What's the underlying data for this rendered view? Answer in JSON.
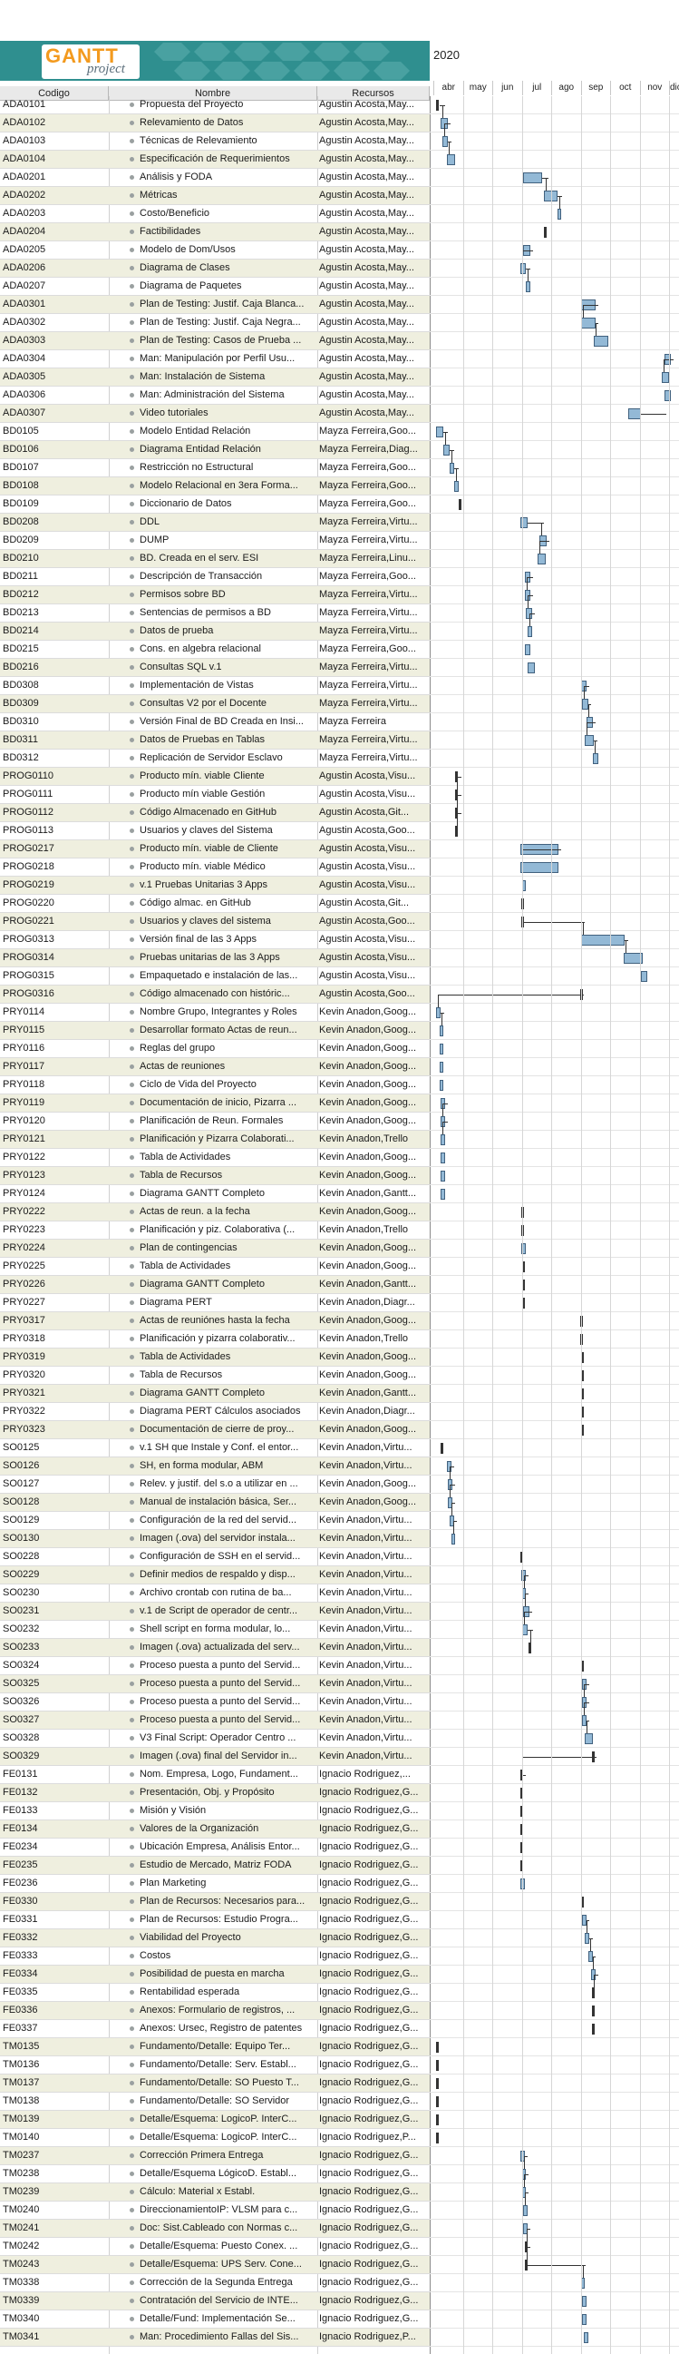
{
  "app": {
    "logo_word": "GANTT",
    "logo_sub": "project"
  },
  "timeline": {
    "year": "2020",
    "months": [
      "abr",
      "may",
      "jun",
      "jul",
      "ago",
      "sep",
      "oct",
      "nov",
      "dic"
    ]
  },
  "columns": {
    "code": "Codigo",
    "name": "Nombre",
    "resources": "Recursos"
  },
  "colors": {
    "bar_fill": "#93b9d6",
    "bar_border": "#41617e",
    "alt_row": "#efefdf",
    "header_bg": "#e9e9e9",
    "logo_bg": "#2f8f8f",
    "logo_text": "#f39a1e"
  },
  "tasks": [
    {
      "code": "ADA0101",
      "name": "Propuesta del Proyecto",
      "res": "Agustin Acosta,May...",
      "s": 0.1,
      "e": 0.2
    },
    {
      "code": "ADA0102",
      "name": "Relevamiento de Datos",
      "res": "Agustin Acosta,May...",
      "s": 0.25,
      "e": 0.5
    },
    {
      "code": "ADA0103",
      "name": "Técnicas de Relevamiento",
      "res": "Agustin Acosta,May...",
      "s": 0.3,
      "e": 0.5
    },
    {
      "code": "ADA0104",
      "name": "Especificación de Requerimientos",
      "res": "Agustin Acosta,May...",
      "s": 0.45,
      "e": 0.75
    },
    {
      "code": "ADA0201",
      "name": "Análisis y FODA",
      "res": "Agustin Acosta,May...",
      "s": 3.05,
      "e": 3.7
    },
    {
      "code": "ADA0202",
      "name": "Métricas",
      "res": "Agustin Acosta,May...",
      "s": 3.75,
      "e": 4.2
    },
    {
      "code": "ADA0203",
      "name": "Costo/Beneficio",
      "res": "Agustin Acosta,May...",
      "s": 4.2,
      "e": 4.35
    },
    {
      "code": "ADA0204",
      "name": "Factibilidades",
      "res": "Agustin Acosta,May...",
      "s": 3.75,
      "e": 3.85
    },
    {
      "code": "ADA0205",
      "name": "Modelo de Dom/Usos",
      "res": "Agustin Acosta,May...",
      "s": 3.05,
      "e": 3.3
    },
    {
      "code": "ADA0206",
      "name": "Diagrama de Clases",
      "res": "Agustin Acosta,May...",
      "s": 2.95,
      "e": 3.15
    },
    {
      "code": "ADA0207",
      "name": "Diagrama de Paquetes",
      "res": "Agustin Acosta,May...",
      "s": 3.15,
      "e": 3.3
    },
    {
      "code": "ADA0301",
      "name": "Plan de Testing: Justif. Caja Blanca...",
      "res": "Agustin Acosta,May...",
      "s": 5.0,
      "e": 5.5
    },
    {
      "code": "ADA0302",
      "name": "Plan de Testing: Justif. Caja Negra...",
      "res": "Agustin Acosta,May...",
      "s": 5.0,
      "e": 5.5
    },
    {
      "code": "ADA0303",
      "name": "Plan de Testing: Casos de Prueba ...",
      "res": "Agustin Acosta,May...",
      "s": 5.45,
      "e": 5.95
    },
    {
      "code": "ADA0304",
      "name": "Man: Manipulación por Perfil Usu...",
      "res": "Agustin Acosta,May...",
      "s": 7.85,
      "e": 8.05
    },
    {
      "code": "ADA0305",
      "name": "Man: Instalación de Sistema",
      "res": "Agustin Acosta,May...",
      "s": 7.75,
      "e": 8.0
    },
    {
      "code": "ADA0306",
      "name": "Man: Administración del Sistema",
      "res": "Agustin Acosta,May...",
      "s": 7.85,
      "e": 8.05
    },
    {
      "code": "ADA0307",
      "name": "Video tutoriales",
      "res": "Agustin Acosta,May...",
      "s": 6.6,
      "e": 7.05
    },
    {
      "code": "BD0105",
      "name": "Modelo Entidad Relación",
      "res": "Mayza Ferreira,Goo...",
      "s": 0.1,
      "e": 0.35
    },
    {
      "code": "BD0106",
      "name": "Diagrama Entidad Relación",
      "res": "Mayza Ferreira,Diag...",
      "s": 0.35,
      "e": 0.55
    },
    {
      "code": "BD0107",
      "name": "Restricción no Estructural",
      "res": "Mayza Ferreira,Goo...",
      "s": 0.55,
      "e": 0.7
    },
    {
      "code": "BD0108",
      "name": "Modelo Relacional en 3era Forma...",
      "res": "Mayza Ferreira,Goo...",
      "s": 0.7,
      "e": 0.85
    },
    {
      "code": "BD0109",
      "name": "Diccionario de Datos",
      "res": "Mayza Ferreira,Goo...",
      "s": 0.85,
      "e": 0.95
    },
    {
      "code": "BD0208",
      "name": "DDL",
      "res": "Mayza Ferreira,Virtu...",
      "s": 2.95,
      "e": 3.2
    },
    {
      "code": "BD0209",
      "name": "DUMP",
      "res": "Mayza Ferreira,Virtu...",
      "s": 3.6,
      "e": 3.85
    },
    {
      "code": "BD0210",
      "name": "BD. Creada en el serv. ESI",
      "res": "Mayza Ferreira,Linu...",
      "s": 3.55,
      "e": 3.8
    },
    {
      "code": "BD0211",
      "name": "Descripción de Transacción",
      "res": "Mayza Ferreira,Goo...",
      "s": 3.1,
      "e": 3.3
    },
    {
      "code": "BD0212",
      "name": "Permisos sobre BD",
      "res": "Mayza Ferreira,Virtu...",
      "s": 3.1,
      "e": 3.3
    },
    {
      "code": "BD0213",
      "name": "Sentencias de permisos a BD",
      "res": "Mayza Ferreira,Virtu...",
      "s": 3.15,
      "e": 3.35
    },
    {
      "code": "BD0214",
      "name": "Datos de prueba",
      "res": "Mayza Ferreira,Virtu...",
      "s": 3.2,
      "e": 3.35
    },
    {
      "code": "BD0215",
      "name": "Cons. en algebra relacional",
      "res": "Mayza Ferreira,Goo...",
      "s": 3.1,
      "e": 3.3
    },
    {
      "code": "BD0216",
      "name": "Consultas SQL v.1",
      "res": "Mayza Ferreira,Virtu...",
      "s": 3.2,
      "e": 3.45
    },
    {
      "code": "BD0308",
      "name": "Implementación de Vistas",
      "res": "Mayza Ferreira,Virtu...",
      "s": 5.0,
      "e": 5.2
    },
    {
      "code": "BD0309",
      "name": "Consultas V2 por el Docente",
      "res": "Mayza Ferreira,Virtu...",
      "s": 5.05,
      "e": 5.25
    },
    {
      "code": "BD0310",
      "name": "Versión Final de BD Creada en Insi...",
      "res": "Mayza Ferreira",
      "s": 5.2,
      "e": 5.4
    },
    {
      "code": "BD0311",
      "name": "Datos de Pruebas en Tablas",
      "res": "Mayza Ferreira,Virtu...",
      "s": 5.15,
      "e": 5.45
    },
    {
      "code": "BD0312",
      "name": "Replicación de Servidor Esclavo",
      "res": "Mayza Ferreira,Virtu...",
      "s": 5.4,
      "e": 5.6
    },
    {
      "code": "PROG0110",
      "name": "Producto mín. viable Cliente",
      "res": "Agustin Acosta,Visu...",
      "s": 0.75,
      "e": 0.85
    },
    {
      "code": "PROG0111",
      "name": "Producto mín viable Gestión",
      "res": "Agustin Acosta,Visu...",
      "s": 0.75,
      "e": 0.85
    },
    {
      "code": "PROG0112",
      "name": "Código Almacenado en GitHub",
      "res": "Agustin Acosta,Git...",
      "s": 0.75,
      "e": 0.85
    },
    {
      "code": "PROG0113",
      "name": "Usuarios y claves del Sistema",
      "res": "Agustin Acosta,Goo...",
      "s": 0.75,
      "e": 0.85
    },
    {
      "code": "PROG0217",
      "name": "Producto mín. viable de Cliente",
      "res": "Agustin Acosta,Visu...",
      "s": 2.95,
      "e": 4.25
    },
    {
      "code": "PROG0218",
      "name": "Producto mín. viable Médico",
      "res": "Agustin Acosta,Visu...",
      "s": 2.95,
      "e": 4.25
    },
    {
      "code": "PROG0219",
      "name": "v.1 Pruebas Unitarias 3 Apps",
      "res": "Agustin Acosta,Visu...",
      "s": 3.0,
      "e": 3.15
    },
    {
      "code": "PROG0220",
      "name": "Código almac. en GitHub",
      "res": "Agustin Acosta,Git...",
      "s": 2.97,
      "e": 3.02
    },
    {
      "code": "PROG0221",
      "name": "Usuarios y claves del sistema",
      "res": "Agustin Acosta,Goo...",
      "s": 2.97,
      "e": 3.02
    },
    {
      "code": "PROG0313",
      "name": "Versión final de las 3 Apps",
      "res": "Agustin Acosta,Visu...",
      "s": 5.0,
      "e": 6.5
    },
    {
      "code": "PROG0314",
      "name": "Pruebas unitarias de las 3 Apps",
      "res": "Agustin Acosta,Visu...",
      "s": 6.45,
      "e": 7.1
    },
    {
      "code": "PROG0315",
      "name": "Empaquetado e instalación de las...",
      "res": "Agustin Acosta,Visu...",
      "s": 7.05,
      "e": 7.25
    },
    {
      "code": "PROG0316",
      "name": "Código almacenado con históric...",
      "res": "Agustin Acosta,Goo...",
      "s": 4.97,
      "e": 5.02
    },
    {
      "code": "PRY0114",
      "name": "Nombre Grupo, Integrantes y Roles",
      "res": "Kevin Anadon,Goog...",
      "s": 0.1,
      "e": 0.25
    },
    {
      "code": "PRY0115",
      "name": "Desarrollar formato Actas de reun...",
      "res": "Kevin Anadon,Goog...",
      "s": 0.2,
      "e": 0.35
    },
    {
      "code": "PRY0116",
      "name": "Reglas del grupo",
      "res": "Kevin Anadon,Goog...",
      "s": 0.2,
      "e": 0.35
    },
    {
      "code": "PRY0117",
      "name": "Actas de reuniones",
      "res": "Kevin Anadon,Goog...",
      "s": 0.2,
      "e": 0.35
    },
    {
      "code": "PRY0118",
      "name": "Ciclo de Vida del Proyecto",
      "res": "Kevin Anadon,Goog...",
      "s": 0.2,
      "e": 0.35
    },
    {
      "code": "PRY0119",
      "name": "Documentación de inicio, Pizarra ...",
      "res": "Kevin Anadon,Goog...",
      "s": 0.25,
      "e": 0.4
    },
    {
      "code": "PRY0120",
      "name": "Planificación de Reun. Formales",
      "res": "Kevin Anadon,Goog...",
      "s": 0.25,
      "e": 0.4
    },
    {
      "code": "PRY0121",
      "name": "Planificación y Pizarra Colaborati...",
      "res": "Kevin Anadon,Trello",
      "s": 0.25,
      "e": 0.4
    },
    {
      "code": "PRY0122",
      "name": "Tabla de Actividades",
      "res": "Kevin Anadon,Goog...",
      "s": 0.25,
      "e": 0.4
    },
    {
      "code": "PRY0123",
      "name": "Tabla de Recursos",
      "res": "Kevin Anadon,Goog...",
      "s": 0.25,
      "e": 0.4
    },
    {
      "code": "PRY0124",
      "name": "Diagrama GANTT Completo",
      "res": "Kevin Anadon,Gantt...",
      "s": 0.25,
      "e": 0.4
    },
    {
      "code": "PRY0222",
      "name": "Actas de reun. a la fecha",
      "res": "Kevin Anadon,Goog...",
      "s": 2.97,
      "e": 3.02
    },
    {
      "code": "PRY0223",
      "name": "Planificación y piz. Colaborativa (...",
      "res": "Kevin Anadon,Trello",
      "s": 2.97,
      "e": 3.02
    },
    {
      "code": "PRY0224",
      "name": "Plan de contingencias",
      "res": "Kevin Anadon,Goog...",
      "s": 2.97,
      "e": 3.15
    },
    {
      "code": "PRY0225",
      "name": "Tabla de Actividades",
      "res": "Kevin Anadon,Goog...",
      "s": 3.0,
      "e": 3.1
    },
    {
      "code": "PRY0226",
      "name": "Diagrama GANTT Completo",
      "res": "Kevin Anadon,Gantt...",
      "s": 3.0,
      "e": 3.1
    },
    {
      "code": "PRY0227",
      "name": "Diagrama PERT",
      "res": "Kevin Anadon,Diagr...",
      "s": 3.02,
      "e": 3.12
    },
    {
      "code": "PRY0317",
      "name": "Actas de reuniónes hasta la fecha",
      "res": "Kevin Anadon,Goog...",
      "s": 4.97,
      "e": 5.02
    },
    {
      "code": "PRY0318",
      "name": "Planificación y pizarra colaborativ...",
      "res": "Kevin Anadon,Trello",
      "s": 4.97,
      "e": 5.02
    },
    {
      "code": "PRY0319",
      "name": "Tabla de Actividades",
      "res": "Kevin Anadon,Goog...",
      "s": 5.0,
      "e": 5.1
    },
    {
      "code": "PRY0320",
      "name": "Tabla de Recursos",
      "res": "Kevin Anadon,Goog...",
      "s": 5.0,
      "e": 5.1
    },
    {
      "code": "PRY0321",
      "name": "Diagrama GANTT Completo",
      "res": "Kevin Anadon,Gantt...",
      "s": 5.0,
      "e": 5.12
    },
    {
      "code": "PRY0322",
      "name": "Diagrama PERT Cálculos asociados",
      "res": "Kevin Anadon,Diagr...",
      "s": 5.0,
      "e": 5.12
    },
    {
      "code": "PRY0323",
      "name": "Documentación de cierre de proy...",
      "res": "Kevin Anadon,Goog...",
      "s": 5.0,
      "e": 5.12
    },
    {
      "code": "SO0125",
      "name": "v.1 SH que Instale y Conf. el entor...",
      "res": "Kevin Anadon,Virtu...",
      "s": 0.25,
      "e": 0.35
    },
    {
      "code": "SO0126",
      "name": "SH, en forma modular, ABM",
      "res": "Kevin Anadon,Virtu...",
      "s": 0.45,
      "e": 0.6
    },
    {
      "code": "SO0127",
      "name": "Relev. y justif. del s.o a utilizar en ...",
      "res": "Kevin Anadon,Goog...",
      "s": 0.5,
      "e": 0.65
    },
    {
      "code": "SO0128",
      "name": "Manual de instalación básica, Ser...",
      "res": "Kevin Anadon,Goog...",
      "s": 0.5,
      "e": 0.65
    },
    {
      "code": "SO0129",
      "name": "Configuración de la red del servid...",
      "res": "Kevin Anadon,Virtu...",
      "s": 0.55,
      "e": 0.7
    },
    {
      "code": "SO0130",
      "name": "Imagen (.ova) del servidor instala...",
      "res": "Kevin Anadon,Virtu...",
      "s": 0.6,
      "e": 0.75
    },
    {
      "code": "SO0228",
      "name": "Configuración de SSH en el servid...",
      "res": "Kevin Anadon,Virtu...",
      "s": 2.95,
      "e": 3.05
    },
    {
      "code": "SO0229",
      "name": "Definir medios de respaldo y disp...",
      "res": "Kevin Anadon,Virtu...",
      "s": 2.97,
      "e": 3.15
    },
    {
      "code": "SO0230",
      "name": "Archivo crontab con rutina de ba...",
      "res": "Kevin Anadon,Virtu...",
      "s": 3.0,
      "e": 3.15
    },
    {
      "code": "SO0231",
      "name": "v.1 de Script de operador de centr...",
      "res": "Kevin Anadon,Virtu...",
      "s": 3.05,
      "e": 3.25
    },
    {
      "code": "SO0232",
      "name": "Shell script en forma modular, lo...",
      "res": "Kevin Anadon,Virtu...",
      "s": 3.0,
      "e": 3.2
    },
    {
      "code": "SO0233",
      "name": "Imagen (.ova) actualizada del serv...",
      "res": "Kevin Anadon,Virtu...",
      "s": 3.22,
      "e": 3.28
    },
    {
      "code": "SO0324",
      "name": "Proceso puesta a punto del Servid...",
      "res": "Kevin Anadon,Virtu...",
      "s": 5.0,
      "e": 5.12
    },
    {
      "code": "SO0325",
      "name": "Proceso puesta a punto del Servid...",
      "res": "Kevin Anadon,Virtu...",
      "s": 5.05,
      "e": 5.2
    },
    {
      "code": "SO0326",
      "name": "Proceso puesta a punto del Servid...",
      "res": "Kevin Anadon,Virtu...",
      "s": 5.05,
      "e": 5.2
    },
    {
      "code": "SO0327",
      "name": "Proceso puesta a punto del Servid...",
      "res": "Kevin Anadon,Virtu...",
      "s": 5.05,
      "e": 5.2
    },
    {
      "code": "SO0328",
      "name": "V3 Final Script: Operador Centro ...",
      "res": "Kevin Anadon,Virtu...",
      "s": 5.15,
      "e": 5.4
    },
    {
      "code": "SO0329",
      "name": "Imagen (.ova) final del Servidor in...",
      "res": "Kevin Anadon,Virtu...",
      "s": 5.38,
      "e": 5.44
    },
    {
      "code": "FE0131",
      "name": "Nom. Empresa, Logo, Fundament...",
      "res": "Ignacio Rodriguez,...",
      "s": 2.95,
      "e": 3.05
    },
    {
      "code": "FE0132",
      "name": "Presentación, Obj. y Propósito",
      "res": "Ignacio Rodriguez,G...",
      "s": 2.95,
      "e": 3.05
    },
    {
      "code": "FE0133",
      "name": "Misión y Visión",
      "res": "Ignacio Rodriguez,G...",
      "s": 2.95,
      "e": 3.05
    },
    {
      "code": "FE0134",
      "name": "Valores de la Organización",
      "res": "Ignacio Rodriguez,G...",
      "s": 2.95,
      "e": 3.05
    },
    {
      "code": "FE0234",
      "name": "Ubicación Empresa, Análisis Entor...",
      "res": "Ignacio Rodriguez,G...",
      "s": 2.95,
      "e": 3.02
    },
    {
      "code": "FE0235",
      "name": "Estudio de Mercado, Matriz FODA",
      "res": "Ignacio Rodriguez,G...",
      "s": 2.95,
      "e": 3.02
    },
    {
      "code": "FE0236",
      "name": "Plan Marketing",
      "res": "Ignacio Rodriguez,G...",
      "s": 2.95,
      "e": 3.12
    },
    {
      "code": "FE0330",
      "name": "Plan de Recursos: Necesarios para...",
      "res": "Ignacio Rodriguez,G...",
      "s": 5.0,
      "e": 5.12
    },
    {
      "code": "FE0331",
      "name": "Plan de Recursos: Estudio Progra...",
      "res": "Ignacio Rodriguez,G...",
      "s": 5.05,
      "e": 5.2
    },
    {
      "code": "FE0332",
      "name": "Viabilidad del Proyecto",
      "res": "Ignacio Rodriguez,G...",
      "s": 5.15,
      "e": 5.3
    },
    {
      "code": "FE0333",
      "name": "Costos",
      "res": "Ignacio Rodriguez,G...",
      "s": 5.25,
      "e": 5.4
    },
    {
      "code": "FE0334",
      "name": "Posibilidad de puesta en marcha",
      "res": "Ignacio Rodriguez,G...",
      "s": 5.35,
      "e": 5.5
    },
    {
      "code": "FE0335",
      "name": "Rentabilidad esperada",
      "res": "Ignacio Rodriguez,G...",
      "s": 5.38,
      "e": 5.5
    },
    {
      "code": "FE0336",
      "name": "Anexos: Formulario de registros, ...",
      "res": "Ignacio Rodriguez,G...",
      "s": 5.38,
      "e": 5.5
    },
    {
      "code": "FE0337",
      "name": "Anexos: Ursec, Registro de patentes",
      "res": "Ignacio Rodriguez,G...",
      "s": 5.38,
      "e": 5.5
    },
    {
      "code": "TM0135",
      "name": "Fundamento/Detalle: Equipo Ter...",
      "res": "Ignacio Rodriguez,G...",
      "s": 0.1,
      "e": 0.15
    },
    {
      "code": "TM0136",
      "name": "Fundamento/Detalle: Serv. Establ...",
      "res": "Ignacio Rodriguez,G...",
      "s": 0.1,
      "e": 0.15
    },
    {
      "code": "TM0137",
      "name": "Fundamento/Detalle: SO Puesto T...",
      "res": "Ignacio Rodriguez,G...",
      "s": 0.1,
      "e": 0.15
    },
    {
      "code": "TM0138",
      "name": "Fundamento/Detalle: SO Servidor",
      "res": "Ignacio Rodriguez,G...",
      "s": 0.1,
      "e": 0.15
    },
    {
      "code": "TM0139",
      "name": "Detalle/Esquema: LogicoP. InterC...",
      "res": "Ignacio Rodriguez,G...",
      "s": 0.1,
      "e": 0.2
    },
    {
      "code": "TM0140",
      "name": "Detalle/Esquema: LogicoP. InterC...",
      "res": "Ignacio Rodriguez,P...",
      "s": 0.1,
      "e": 0.2
    },
    {
      "code": "TM0237",
      "name": "Corrección Primera Entrega",
      "res": "Ignacio Rodriguez,G...",
      "s": 2.95,
      "e": 3.1
    },
    {
      "code": "TM0238",
      "name": "Detalle/Esquema LógicoD. Establ...",
      "res": "Ignacio Rodriguez,G...",
      "s": 3.0,
      "e": 3.15
    },
    {
      "code": "TM0239",
      "name": "Cálculo: Material x Establ.",
      "res": "Ignacio Rodriguez,G...",
      "s": 3.0,
      "e": 3.15
    },
    {
      "code": "TM0240",
      "name": "DireccionamientoIP: VLSM para c...",
      "res": "Ignacio Rodriguez,G...",
      "s": 3.05,
      "e": 3.2
    },
    {
      "code": "TM0241",
      "name": "Doc: Sist.Cableado con Normas c...",
      "res": "Ignacio Rodriguez,G...",
      "s": 3.05,
      "e": 3.2
    },
    {
      "code": "TM0242",
      "name": "Detalle/Esquema: Puesto Conex. ...",
      "res": "Ignacio Rodriguez,G...",
      "s": 3.1,
      "e": 3.2
    },
    {
      "code": "TM0243",
      "name": "Detalle/Esquema: UPS Serv. Cone...",
      "res": "Ignacio Rodriguez,G...",
      "s": 3.1,
      "e": 3.2
    },
    {
      "code": "TM0338",
      "name": "Corrección de la Segunda Entrega",
      "res": "Ignacio Rodriguez,G...",
      "s": 5.0,
      "e": 5.15
    },
    {
      "code": "TM0339",
      "name": "Contratación del Servicio de INTE...",
      "res": "Ignacio Rodriguez,G...",
      "s": 5.05,
      "e": 5.2
    },
    {
      "code": "TM0340",
      "name": "Detalle/Fund: Implementación Se...",
      "res": "Ignacio Rodriguez,G...",
      "s": 5.05,
      "e": 5.2
    },
    {
      "code": "TM0341",
      "name": "Man: Procedimiento Fallas del Sis...",
      "res": "Ignacio Rodriguez,P...",
      "s": 5.1,
      "e": 5.25
    }
  ]
}
